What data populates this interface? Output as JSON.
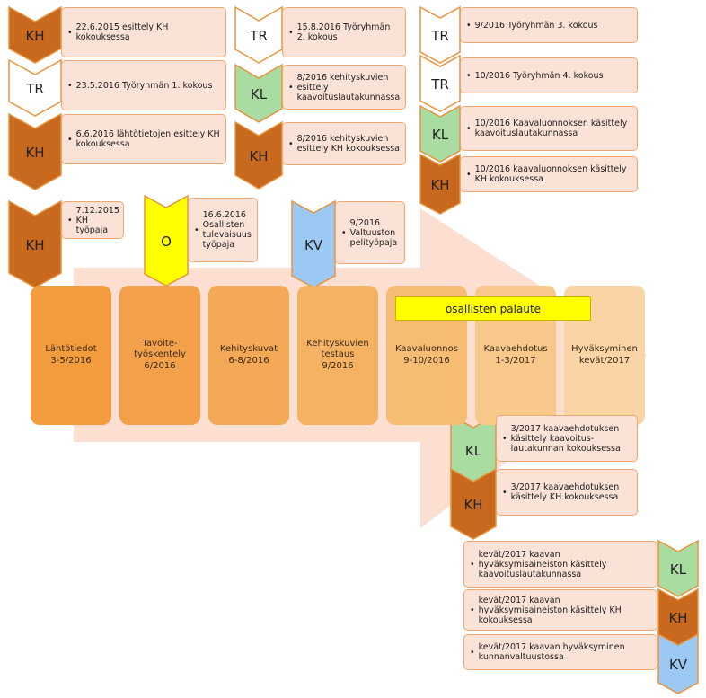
{
  "stages": [
    {
      "label": "Lähtötiedot\n3-5/2016",
      "color": "#f39c3d"
    },
    {
      "label": "Tavoite-\ntyöskentely\n6/2016",
      "color": "#f3a04a"
    },
    {
      "label": "Kehityskuvat\n6-8/2016",
      "color": "#f4a956"
    },
    {
      "label": "Kehityskuvien\ntestaus\n9/2016",
      "color": "#f5b263"
    },
    {
      "label": "Kaavaluonnos\n9-10/2016",
      "color": "#f6bc74"
    },
    {
      "label": "Kaavaehdotus\n1-3/2017",
      "color": "#f8c88b"
    },
    {
      "label": "Hyväksyminen\nkevät/2017",
      "color": "#fad4a4"
    }
  ],
  "banner": "osallisten palaute",
  "tags": {
    "KH": {
      "fill": "#c8691e",
      "text": "KH"
    },
    "TR": {
      "fill": "#ffffff",
      "text": "TR"
    },
    "KL": {
      "fill": "#a8dca0",
      "text": "KL"
    },
    "O": {
      "fill": "#ffff00",
      "text": "O"
    },
    "KV": {
      "fill": "#9cc8f4",
      "text": "KV"
    }
  },
  "events": [
    {
      "tag": "KH",
      "text": "22.6.2015 esittely KH kokouksessa"
    },
    {
      "tag": "TR",
      "text": "23.5.2016 Työryhmän 1. kokous"
    },
    {
      "tag": "KH",
      "text": "6.6.2016 lähtötietojen esittely KH kokouksessa"
    },
    {
      "tag": "TR",
      "text": "15.8.2016 Työryhmän 2. kokous"
    },
    {
      "tag": "KL",
      "text": "8/2016 kehityskuvien esittely kaavoituslautakunnassa"
    },
    {
      "tag": "KH",
      "text": "8/2016 kehityskuvien esittely KH kokouksessa"
    },
    {
      "tag": "TR",
      "text": "9/2016 Työryhmän 3. kokous"
    },
    {
      "tag": "TR",
      "text": "10/2016 Työryhmän 4. kokous"
    },
    {
      "tag": "KL",
      "text": "10/2016 Kaavaluonnoksen käsittely kaavoituslautakunnassa"
    },
    {
      "tag": "KH",
      "text": "10/2016 kaavaluonnoksen käsittely KH kokouksessa"
    },
    {
      "tag": "KH",
      "text": "7.12.2015 KH työpaja"
    },
    {
      "tag": "O",
      "text": "16.6.2016 Osallisten tulevaisuus työpaja"
    },
    {
      "tag": "KV",
      "text": "9/2016 Valtuuston pelityöpaja"
    },
    {
      "tag": "KL",
      "text": "3/2017 kaavaehdotuksen käsittely kaavoitus-lautakunnan kokouksessa"
    },
    {
      "tag": "KH",
      "text": "3/2017 kaavaehdotuksen käsittely KH kokouksessa"
    },
    {
      "tag": "KL",
      "text": "kevät/2017 kaavan hyväksymisaineiston käsittely kaavoituslautakunnassa"
    },
    {
      "tag": "KH",
      "text": "kevät/2017 kaavan hyväksymisaineiston käsittely KH kokouksessa"
    },
    {
      "tag": "KV",
      "text": "kevät/2017 kaavan hyväksyminen kunnanvaltuustossa"
    }
  ]
}
